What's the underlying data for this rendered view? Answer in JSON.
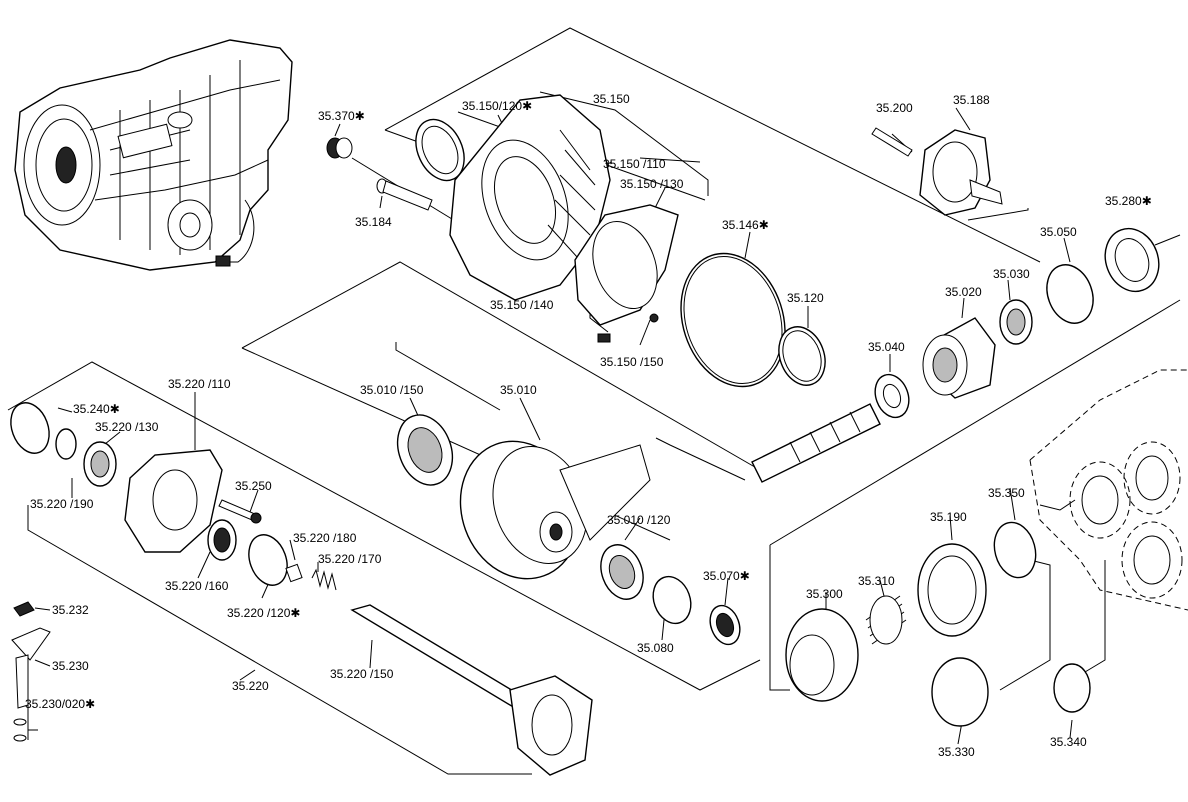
{
  "labels": {
    "l_35_370": "35.370",
    "l_35_150_120": "35.150/120",
    "l_35_150": "35.150",
    "l_35_150_110": "35.150 /110",
    "l_35_150_130": "35.150 /130",
    "l_35_184": "35.184",
    "l_35_146": "35.146",
    "l_35_150_140": "35.150 /140",
    "l_35_150_150": "35.150 /150",
    "l_35_120": "35.120",
    "l_35_200": "35.200",
    "l_35_188": "35.188",
    "l_35_280": "35.280",
    "l_35_050": "35.050",
    "l_35_030": "35.030",
    "l_35_020": "35.020",
    "l_35_040": "35.040",
    "l_35_220_110": "35.220 /110",
    "l_35_010_150": "35.010 /150",
    "l_35_010": "35.010",
    "l_35_240": "35.240",
    "l_35_220_130": "35.220 /130",
    "l_35_220_190": "35.220 /190",
    "l_35_250": "35.250",
    "l_35_220_180": "35.220 /180",
    "l_35_220_170": "35.220 /170",
    "l_35_220_160": "35.220 /160",
    "l_35_220_120": "35.220 /120",
    "l_35_010_120": "35.010 /120",
    "l_35_070": "35.070",
    "l_35_080": "35.080",
    "l_35_232": "35.232",
    "l_35_230": "35.230",
    "l_35_230_020": "35.230/020",
    "l_35_220": "35.220",
    "l_35_220_150": "35.220 /150",
    "l_35_350": "35.350",
    "l_35_190": "35.190",
    "l_35_310": "35.310",
    "l_35_300": "35.300",
    "l_35_330": "35.330",
    "l_35_340": "35.340"
  },
  "asterisk": "✱"
}
